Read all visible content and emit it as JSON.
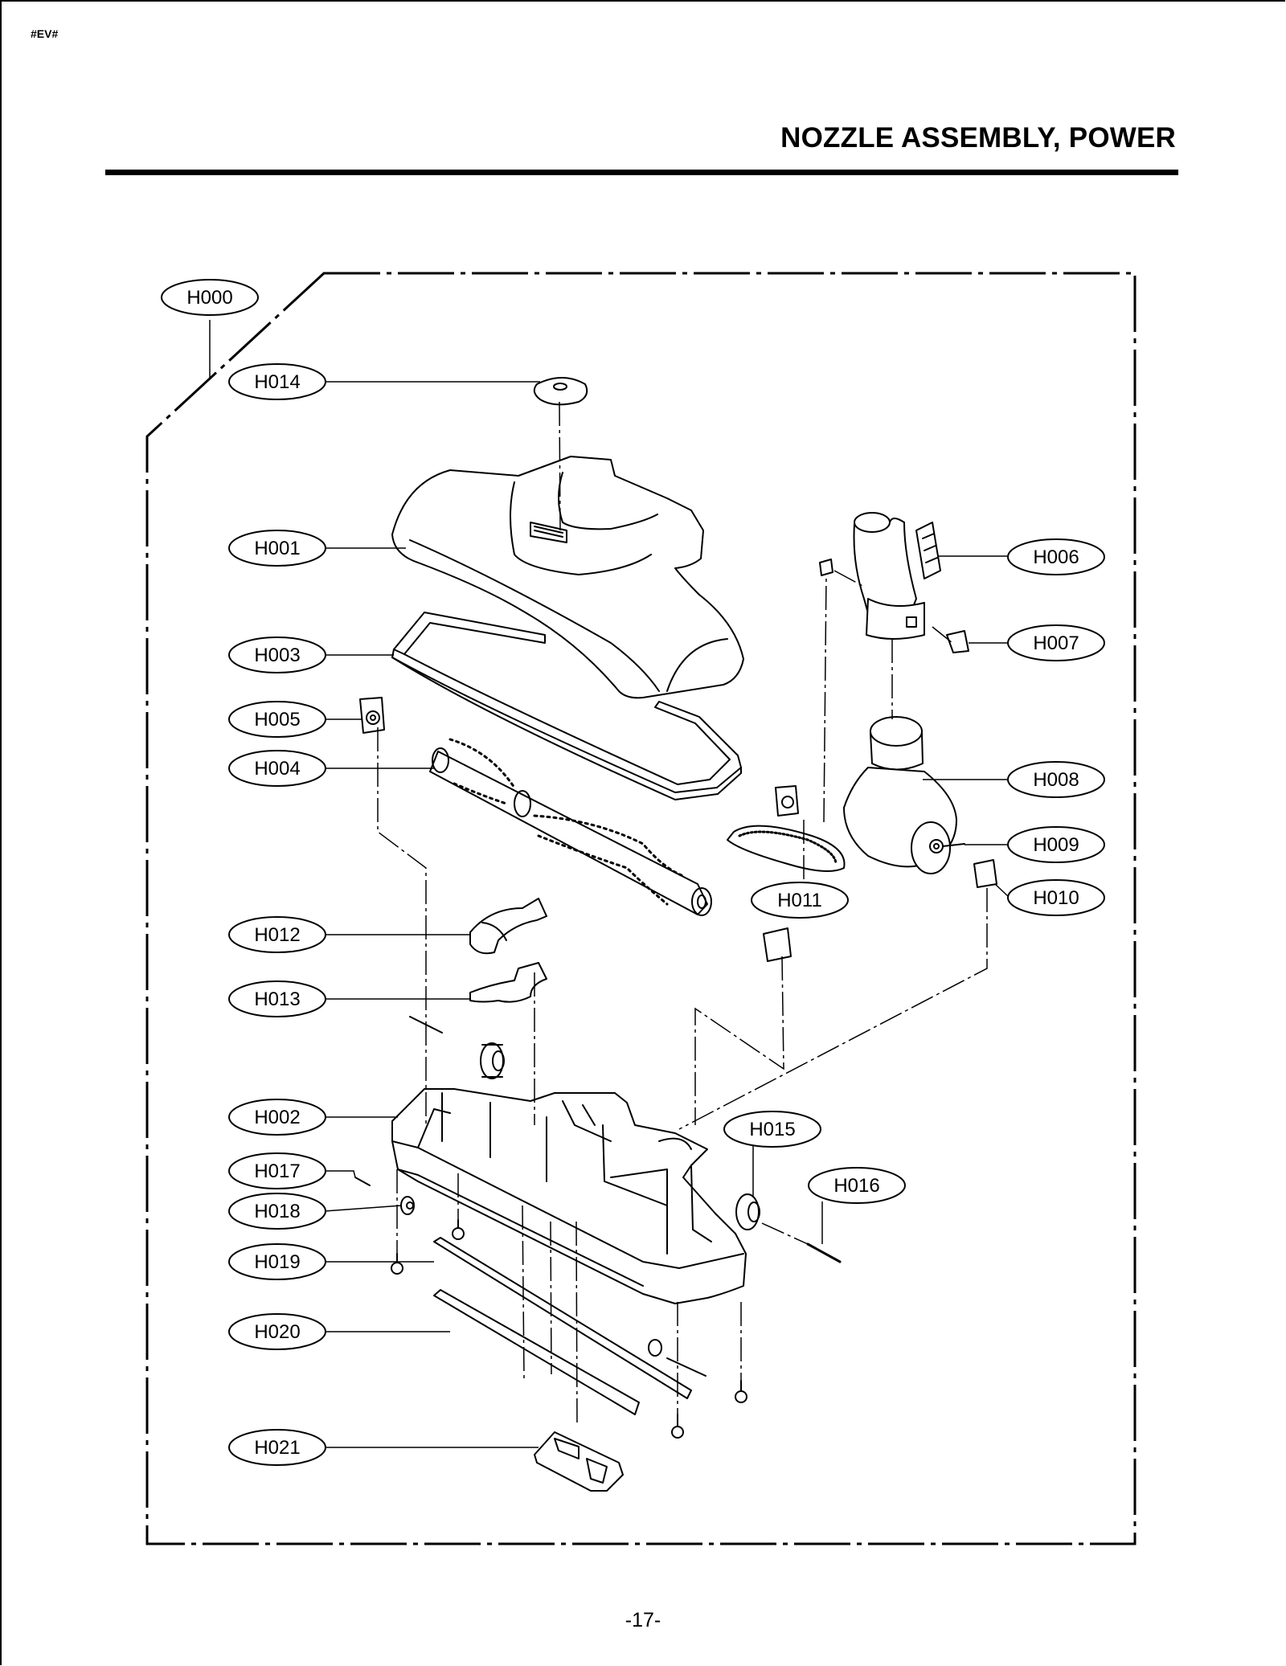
{
  "header": {
    "code": "#EV#",
    "title": "NOZZLE ASSEMBLY, POWER"
  },
  "footer": {
    "page_number": "-17-"
  },
  "callouts": [
    {
      "id": "H000",
      "label": "H000"
    },
    {
      "id": "H014",
      "label": "H014"
    },
    {
      "id": "H001",
      "label": "H001"
    },
    {
      "id": "H006",
      "label": "H006"
    },
    {
      "id": "H007",
      "label": "H007"
    },
    {
      "id": "H003",
      "label": "H003"
    },
    {
      "id": "H005",
      "label": "H005"
    },
    {
      "id": "H004",
      "label": "H004"
    },
    {
      "id": "H008",
      "label": "H008"
    },
    {
      "id": "H009",
      "label": "H009"
    },
    {
      "id": "H010",
      "label": "H010"
    },
    {
      "id": "H011",
      "label": "H011"
    },
    {
      "id": "H012",
      "label": "H012"
    },
    {
      "id": "H013",
      "label": "H013"
    },
    {
      "id": "H002",
      "label": "H002"
    },
    {
      "id": "H015",
      "label": "H015"
    },
    {
      "id": "H016",
      "label": "H016"
    },
    {
      "id": "H017",
      "label": "H017"
    },
    {
      "id": "H018",
      "label": "H018"
    },
    {
      "id": "H019",
      "label": "H019"
    },
    {
      "id": "H020",
      "label": "H020"
    },
    {
      "id": "H021",
      "label": "H021"
    }
  ]
}
